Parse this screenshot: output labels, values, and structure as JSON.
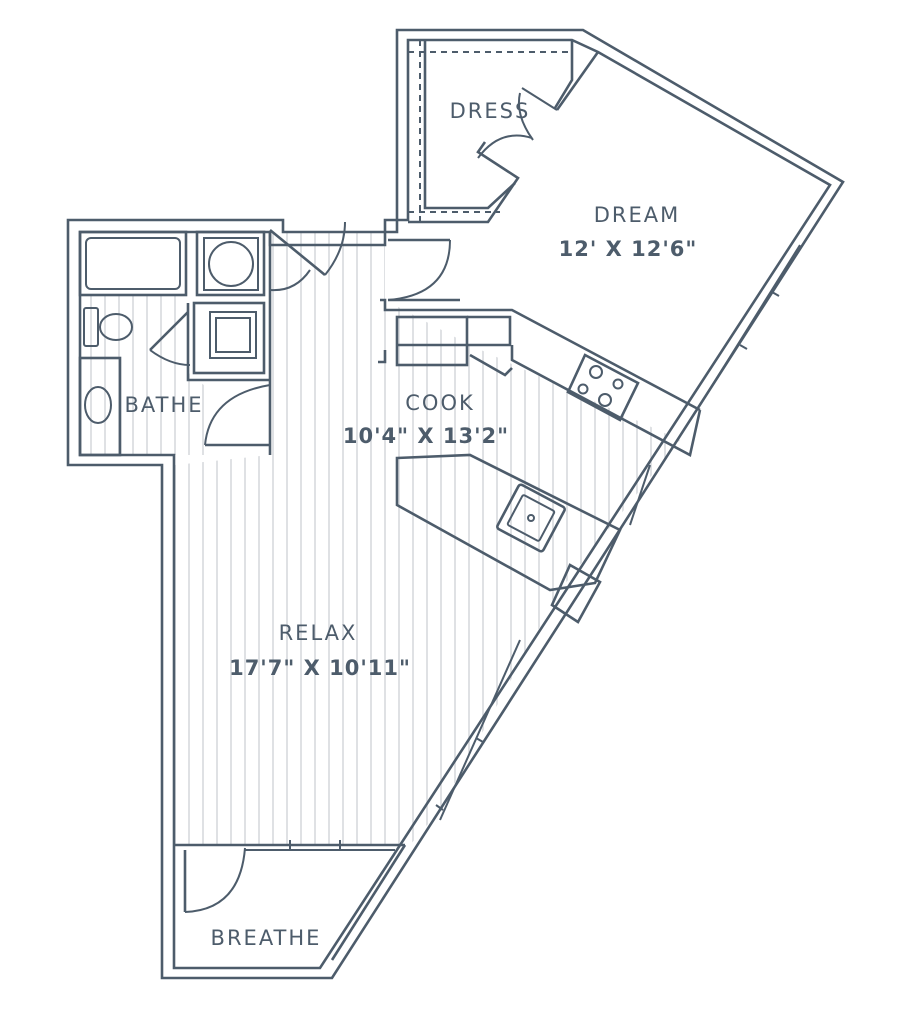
{
  "rooms": {
    "dress": {
      "label": "DRESS"
    },
    "dream": {
      "label": "DREAM",
      "size": "12' X 12'6\""
    },
    "cook": {
      "label": "COOK",
      "size": "10'4\" X 13'2\""
    },
    "bathe": {
      "label": "BATHE"
    },
    "relax": {
      "label": "RELAX",
      "size": "17'7\" X 10'11\""
    },
    "breathe": {
      "label": "BREATHE"
    }
  },
  "colors": {
    "line": "#4d5c6b",
    "hatch": "#d4d7db"
  }
}
